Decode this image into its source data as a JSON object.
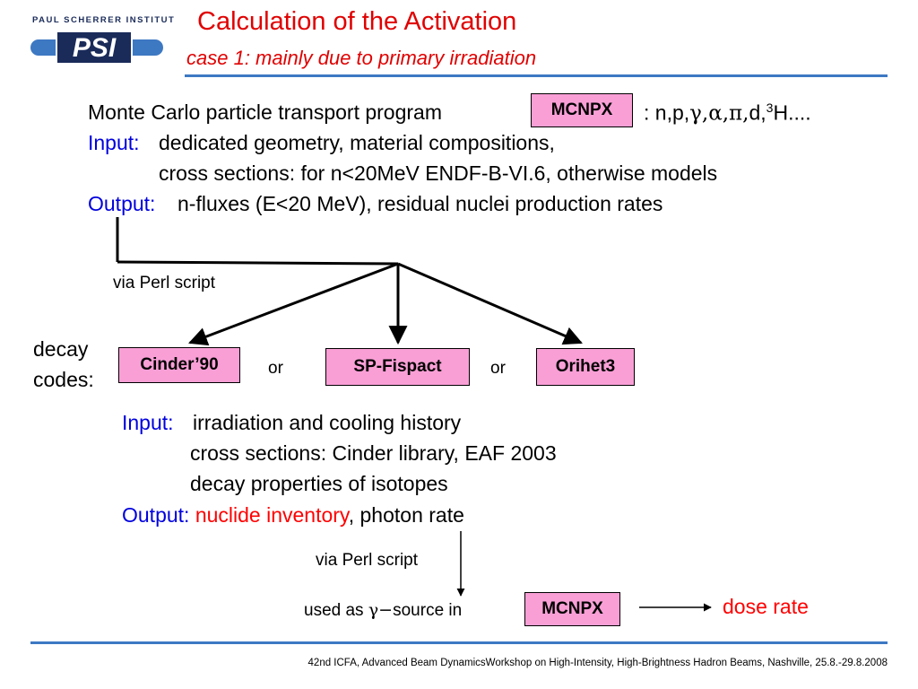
{
  "header": {
    "logo_text": "PAUL SCHERRER INSTITUT",
    "logo_mark": "PSI",
    "title": "Calculation of the Activation",
    "subtitle": "case 1: mainly due to primary irradiation"
  },
  "transport": {
    "intro": "Monte Carlo particle transport program",
    "program": "MCNPX",
    "particles_prefix": ": n,p,",
    "particles_greek": "γ,α,π,",
    "particles_suffix": "d,",
    "particles_sup": "3",
    "particles_tail": "H....",
    "input_label": "Input:",
    "input_line1": "dedicated geometry, material compositions,",
    "input_line2": "cross sections: for n<20MeV ENDF-B-VI.6, otherwise models",
    "output_label": "Output:",
    "output_text": "n-fluxes (E<20 MeV), residual nuclei production rates"
  },
  "flow": {
    "via_perl_1": "via Perl script",
    "decay_label_1": "decay",
    "decay_label_2": "codes:",
    "codes": [
      "Cinder’90",
      "SP-Fispact",
      "Orihet3"
    ],
    "or": "or"
  },
  "decay": {
    "input_label": "Input:",
    "input_line1": "irradiation and cooling history",
    "input_line2": "cross sections: Cinder library, EAF 2003",
    "input_line3": "decay properties of isotopes",
    "output_label": "Output:",
    "output_highlight": "nuclide inventory",
    "output_rest": ", photon rate"
  },
  "final": {
    "via_perl_2": "via Perl script",
    "used_as_prefix": "used as ",
    "used_as_greek": "γ−",
    "used_as_suffix": "source in",
    "program": "MCNPX",
    "result": "dose rate"
  },
  "footer": {
    "text": "42nd ICFA, Advanced Beam DynamicsWorkshop on High-Intensity, High-Brightness Hadron Beams, Nashville, 25.8.-29.8.2008"
  },
  "colors": {
    "title_red": "#e00000",
    "label_blue": "#0000dd",
    "box_pink": "#f99fd6",
    "rule_blue": "#3d78c3"
  }
}
